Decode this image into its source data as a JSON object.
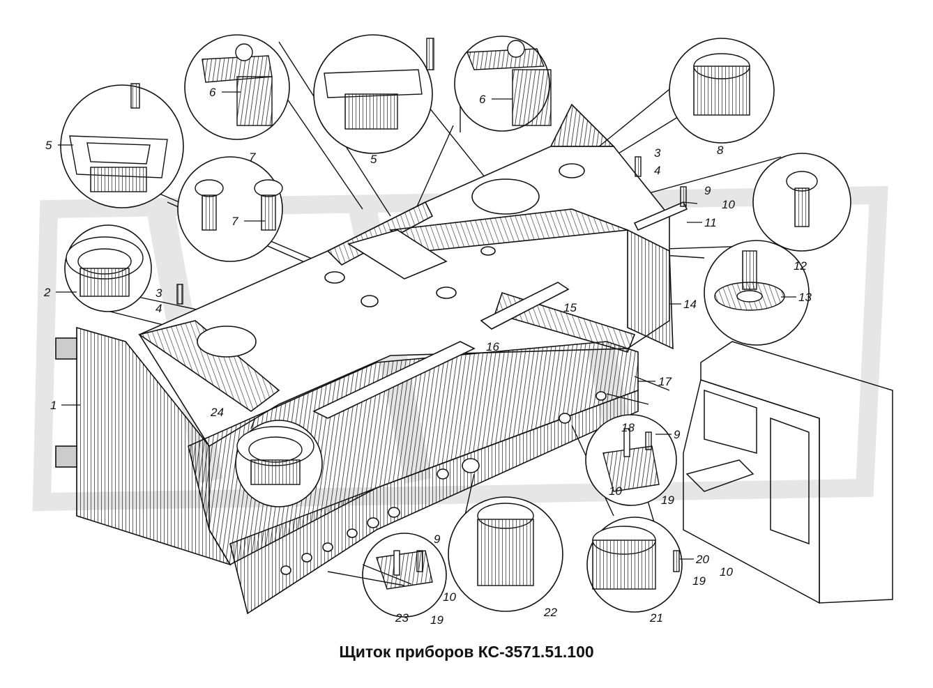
{
  "caption": "Щиток приборов КС-3571.51.100",
  "callouts": [
    "1",
    "2",
    "3",
    "4",
    "5",
    "6",
    "7",
    "8",
    "9",
    "10",
    "11",
    "12",
    "13",
    "14",
    "15",
    "16",
    "17",
    "18",
    "19",
    "20",
    "21",
    "22",
    "23",
    "24"
  ],
  "colors": {
    "ink": "#111111",
    "watermark": "#e6e6e6",
    "paper": "#ffffff"
  }
}
